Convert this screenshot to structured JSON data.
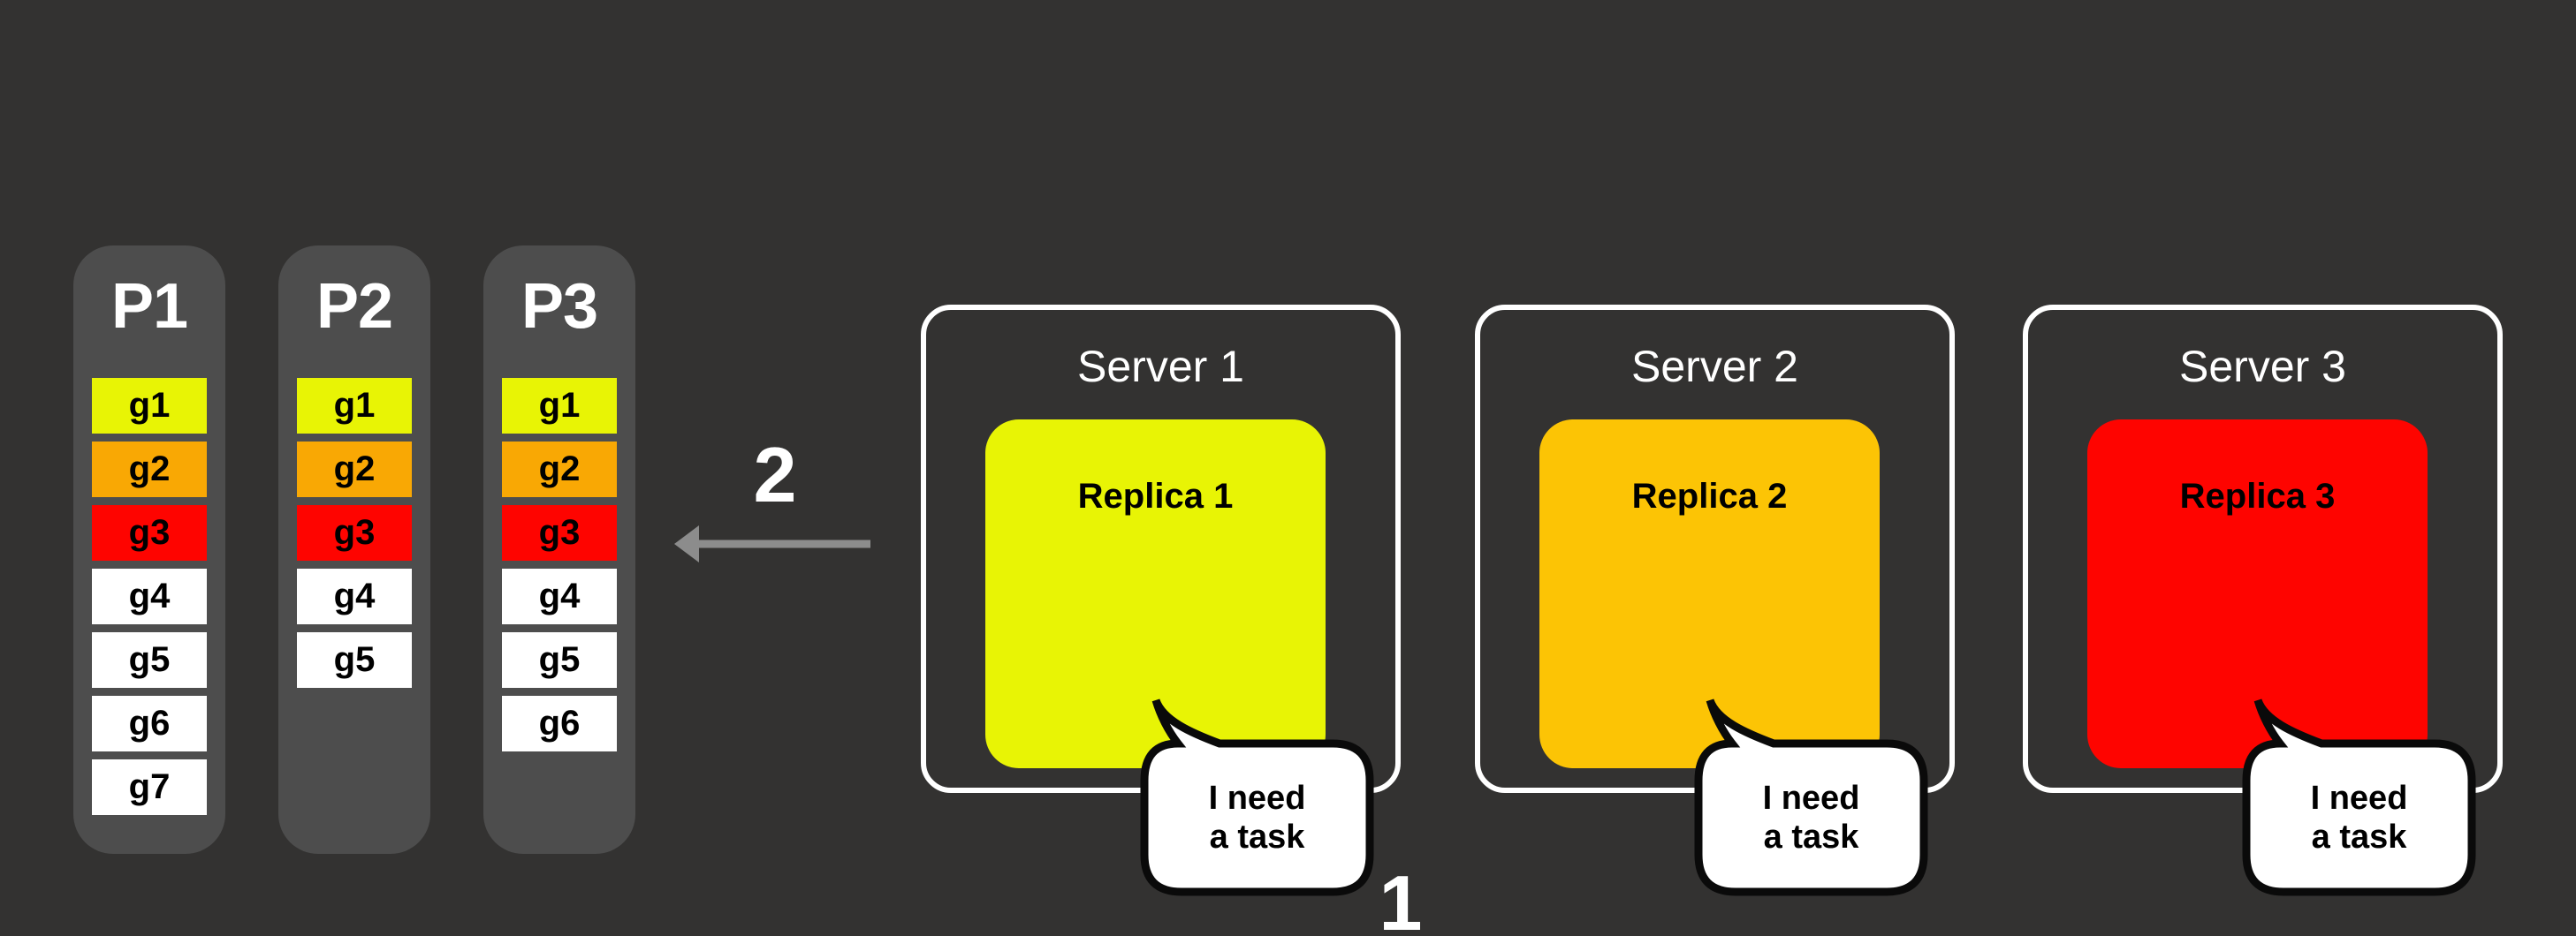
{
  "background": "#333231",
  "palette": {
    "queue_bg": "#4d4d4d",
    "yellow": "#e8f405",
    "orange": "#f9a804",
    "red": "#fe0400",
    "white": "#ffffff",
    "replica_orange": "#fcc405",
    "arrow_gray": "#8c8c8c",
    "bubble_border": "#0a0a0a"
  },
  "queues": [
    {
      "title": "P1",
      "tasks": [
        {
          "label": "g1",
          "color": "yellow"
        },
        {
          "label": "g2",
          "color": "orange"
        },
        {
          "label": "g3",
          "color": "red"
        },
        {
          "label": "g4",
          "color": "white"
        },
        {
          "label": "g5",
          "color": "white"
        },
        {
          "label": "g6",
          "color": "white"
        },
        {
          "label": "g7",
          "color": "white"
        }
      ]
    },
    {
      "title": "P2",
      "tasks": [
        {
          "label": "g1",
          "color": "yellow"
        },
        {
          "label": "g2",
          "color": "orange"
        },
        {
          "label": "g3",
          "color": "red"
        },
        {
          "label": "g4",
          "color": "white"
        },
        {
          "label": "g5",
          "color": "white"
        }
      ]
    },
    {
      "title": "P3",
      "tasks": [
        {
          "label": "g1",
          "color": "yellow"
        },
        {
          "label": "g2",
          "color": "orange"
        },
        {
          "label": "g3",
          "color": "red"
        },
        {
          "label": "g4",
          "color": "white"
        },
        {
          "label": "g5",
          "color": "white"
        },
        {
          "label": "g6",
          "color": "white"
        }
      ]
    }
  ],
  "steps": {
    "step2_label": "2",
    "step1_label": "1"
  },
  "servers": [
    {
      "title": "Server 1",
      "replica_label": "Replica 1",
      "replica_color": "yellow",
      "speech_lines": [
        "I need",
        "a task"
      ]
    },
    {
      "title": "Server 2",
      "replica_label": "Replica 2",
      "replica_color": "replica_orange",
      "speech_lines": [
        "I need",
        "a task"
      ]
    },
    {
      "title": "Server 3",
      "replica_label": "Replica 3",
      "replica_color": "red",
      "speech_lines": [
        "I need",
        "a task"
      ]
    }
  ]
}
